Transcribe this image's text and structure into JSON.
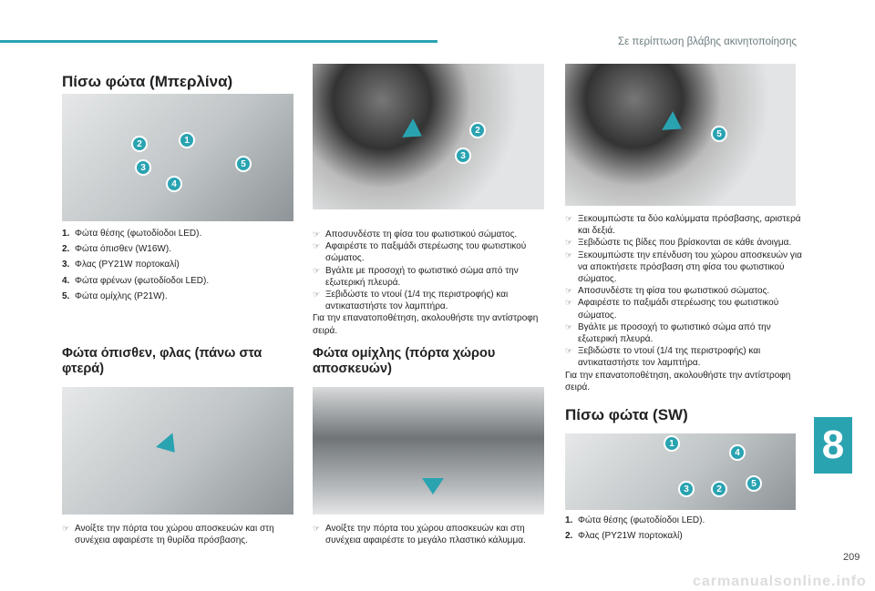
{
  "header": {
    "section_title": "Σε περίπτωση βλάβης ακινητοποίησης",
    "chapter": "8",
    "page_number": "209",
    "watermark": "carmanualsonline.info"
  },
  "col1": {
    "title": "Πίσω φώτα (Μπερλίνα)",
    "badges": [
      "1",
      "2",
      "3",
      "4",
      "5"
    ],
    "list": [
      {
        "n": "1.",
        "t": "Φώτα θέσης (φωτοδίοδοι LED)."
      },
      {
        "n": "2.",
        "t": "Φώτα όπισθεν (W16W)."
      },
      {
        "n": "3.",
        "t": "Φλας (PY21W πορτοκαλί)"
      },
      {
        "n": "4.",
        "t": "Φώτα φρένων (φωτοδίοδοι LED)."
      },
      {
        "n": "5.",
        "t": "Φώτα ομίχλης (P21W)."
      }
    ],
    "subtitle": "Φώτα όπισθεν, φλας (πάνω στα φτερά)",
    "step": "Ανοίξτε την πόρτα του χώρου αποσκευών και στη συνέχεια αφαιρέστε τη θυρίδα πρόσβασης."
  },
  "col2": {
    "badges": [
      "2",
      "3"
    ],
    "steps": [
      "Αποσυνδέστε τη φίσα του φωτιστικού σώματος.",
      "Αφαιρέστε το παξιμάδι στερέωσης του φωτιστικού σώματος.",
      "Βγάλτε με προσοχή το φωτιστικό σώμα από την εξωτερική πλευρά.",
      "Ξεβιδώστε το ντουί (1/4 της περιστροφής) και αντικαταστήστε τον λαμπτήρα."
    ],
    "note": "Για την επανατοποθέτηση, ακολουθήστε την αντίστροφη σειρά.",
    "subtitle": "Φώτα ομίχλης (πόρτα χώρου αποσκευών)",
    "step": "Ανοίξτε την πόρτα του χώρου αποσκευών και στη συνέχεια αφαιρέστε το μεγάλο πλαστικό κάλυμμα."
  },
  "col3": {
    "badges": [
      "5"
    ],
    "steps": [
      "Ξεκουμπώστε τα δύο καλύμματα πρόσβασης, αριστερά και δεξιά.",
      "Ξεβιδώστε τις βίδες που βρίσκονται σε κάθε άνοιγμα.",
      "Ξεκουμπώστε την επένδυση του χώρου αποσκευών για να αποκτήσετε πρόσβαση στη φίσα του φωτιστικού σώματος.",
      "Αποσυνδέστε τη φίσα του φωτιστικού σώματος.",
      "Αφαιρέστε το παξιμάδι στερέωσης του φωτιστικού σώματος.",
      "Βγάλτε με προσοχή το φωτιστικό σώμα από την εξωτερική πλευρά.",
      "Ξεβιδώστε το ντουί (1/4 της περιστροφής) και αντικαταστήστε τον λαμπτήρα."
    ],
    "note": "Για την επανατοποθέτηση, ακολουθήστε την αντίστροφη σειρά.",
    "title": "Πίσω φώτα (SW)",
    "sw_badges": [
      "1",
      "4",
      "3",
      "2",
      "5"
    ],
    "list": [
      {
        "n": "1.",
        "t": "Φώτα θέσης (φωτοδίοδοι LED)."
      },
      {
        "n": "2.",
        "t": "Φλας (PY21W πορτοκαλί)"
      }
    ]
  }
}
